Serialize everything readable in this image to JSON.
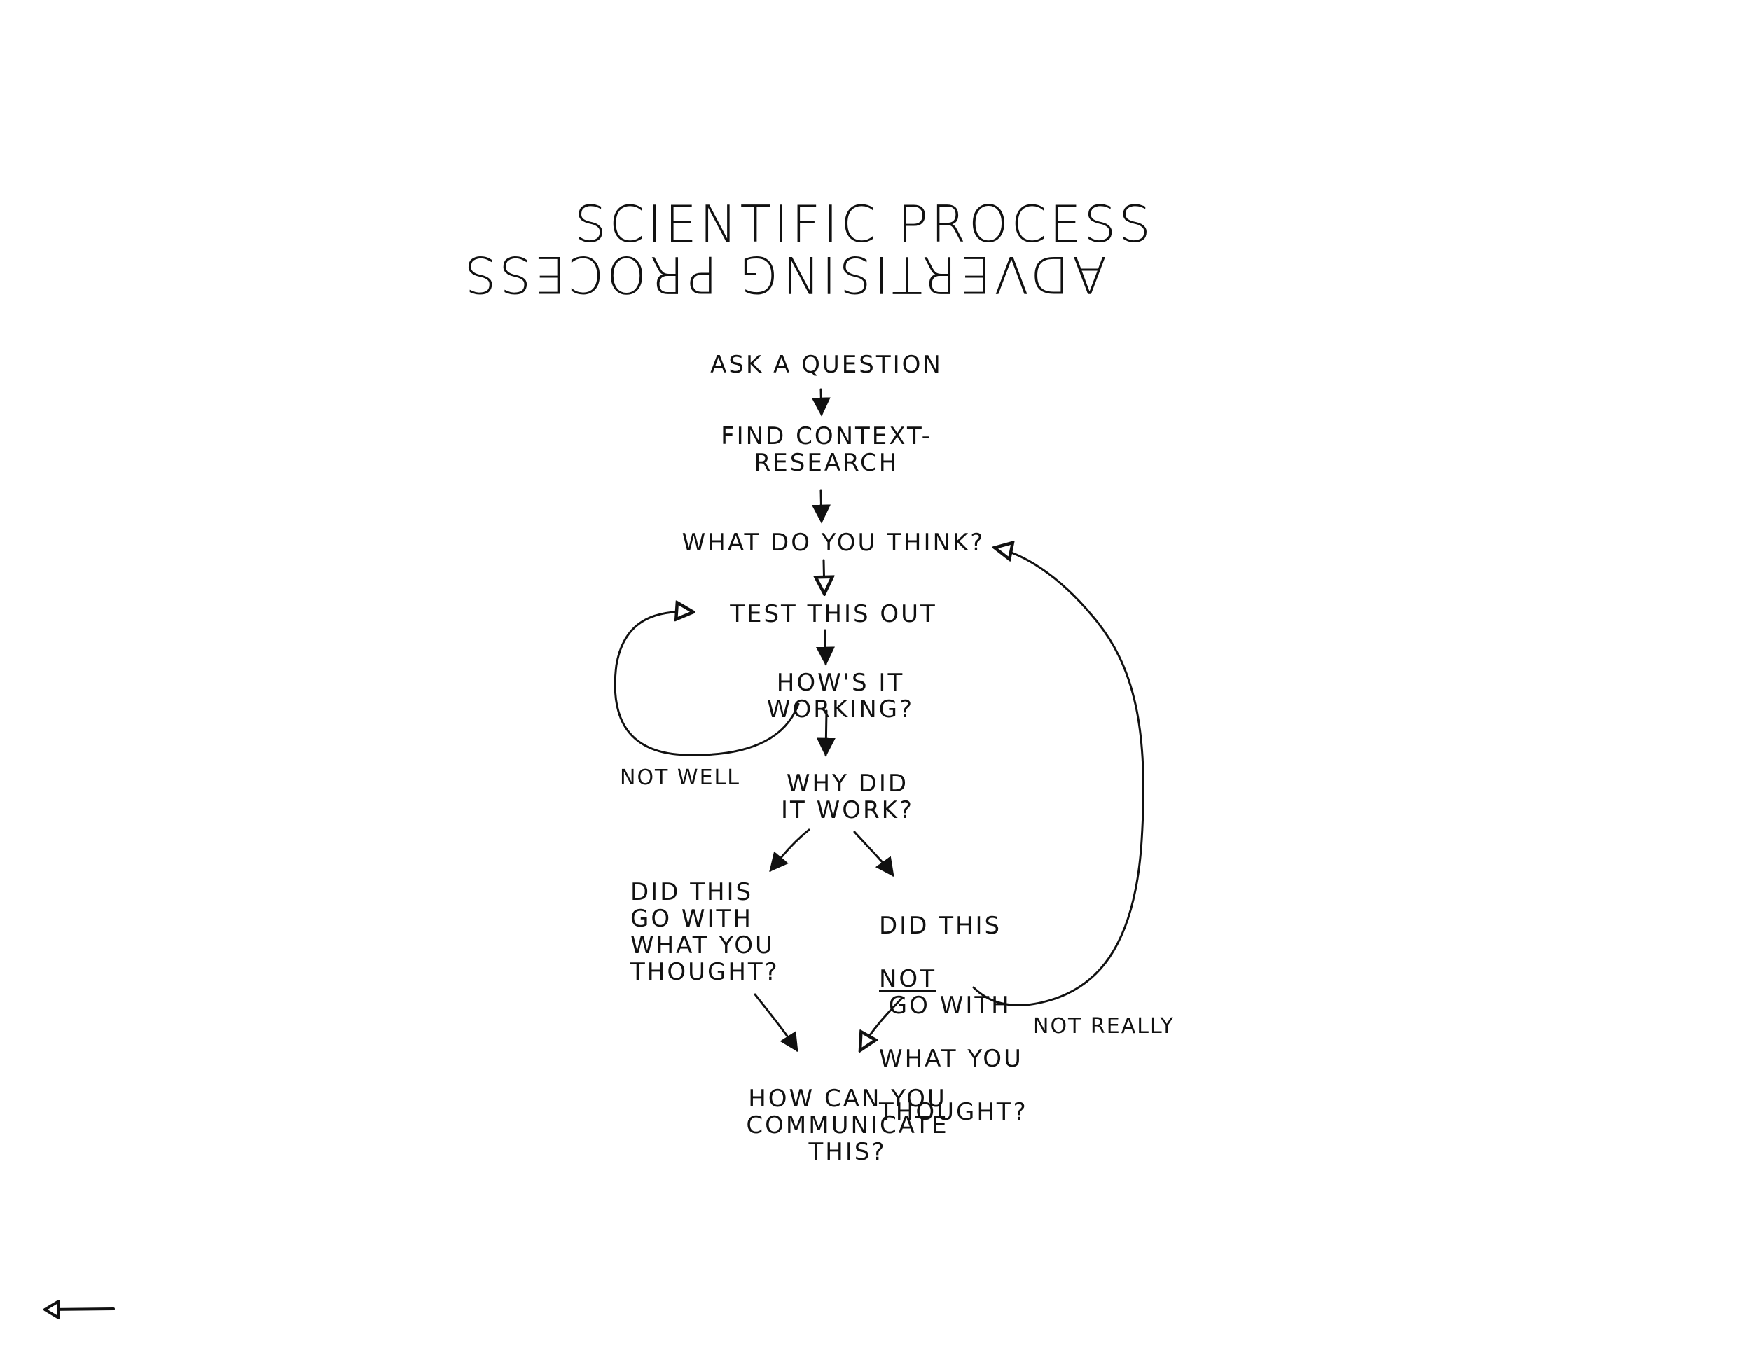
{
  "diagram": {
    "title": "SCIENTIFIC PROCESS",
    "title_mirrored": "ADVERTISING PROCESS",
    "nodes": {
      "ask": "ASK A QUESTION",
      "context": "FIND CONTEXT-\nRESEARCH",
      "think": "WHAT DO YOU THINK?",
      "test": "TEST THIS OUT",
      "working": "HOW'S IT WORKING?",
      "why": "WHY DID\nIT WORK?",
      "agree": "DID THIS\nGO WITH\nWHAT YOU\nTHOUGHT?",
      "disagree_line1": "DID THIS",
      "disagree_not": "NOT",
      "disagree_line2_rest": " GO WITH",
      "disagree_line3": "WHAT YOU",
      "disagree_line4": "THOUGHT?",
      "communicate": "HOW CAN YOU\nCOMMUNICATE\nTHIS?"
    },
    "edge_labels": {
      "not_well": "NOT WELL",
      "not_really": "NOT REALLY"
    }
  },
  "navigation": {
    "back_icon": "left-arrow-icon"
  }
}
